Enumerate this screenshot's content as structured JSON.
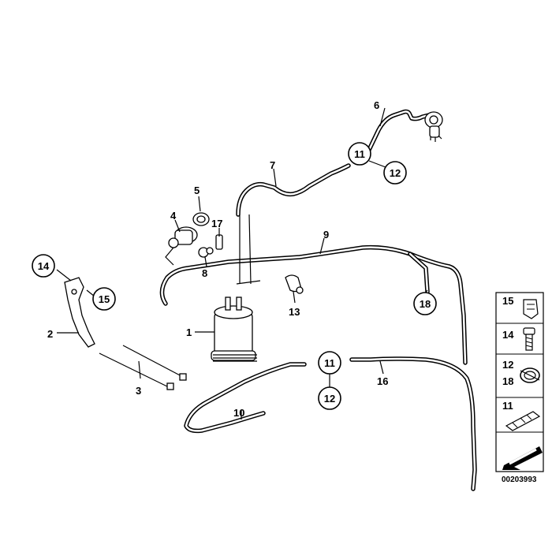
{
  "labels": {
    "l1": "1",
    "l2": "2",
    "l3": "3",
    "l4": "4",
    "l5": "5",
    "l6": "6",
    "l7": "7",
    "l8": "8",
    "l9": "9",
    "l10": "10",
    "l13": "13",
    "l16": "16",
    "l17": "17"
  },
  "circled": {
    "c11a": "11",
    "c12a": "12",
    "c11b": "11",
    "c12b": "12",
    "c14": "14",
    "c15": "15",
    "c18": "18"
  },
  "legend": {
    "r1": "15",
    "r2": "14",
    "r3a": "12",
    "r3b": "18",
    "r4": "11"
  },
  "code": "00203993"
}
